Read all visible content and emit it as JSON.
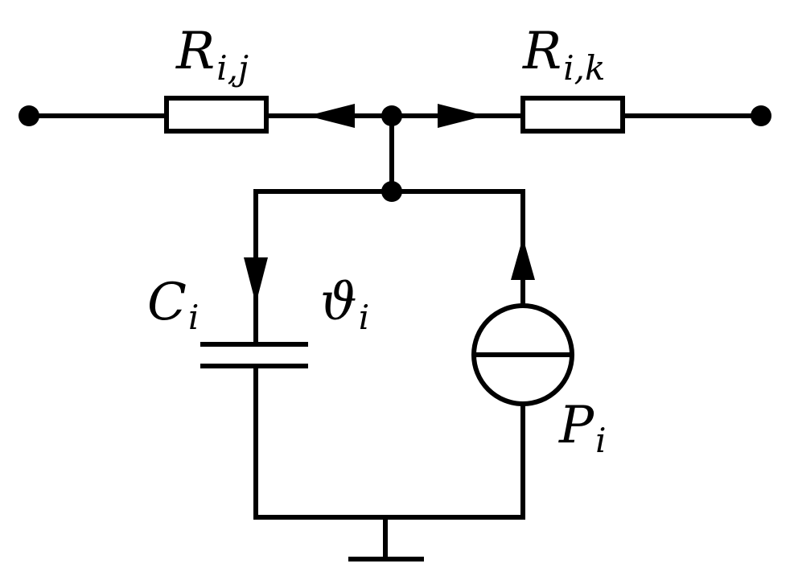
{
  "labels": {
    "resistor_left": {
      "main": "R",
      "sub": "i,j"
    },
    "resistor_right": {
      "main": "R",
      "sub": "i,k"
    },
    "capacitor": {
      "main": "C",
      "sub": "i"
    },
    "temperature": {
      "main": "ϑ",
      "sub": "i"
    },
    "source": {
      "main": "P",
      "sub": "i"
    }
  },
  "colors": {
    "stroke": "#000000",
    "background": "#ffffff"
  }
}
